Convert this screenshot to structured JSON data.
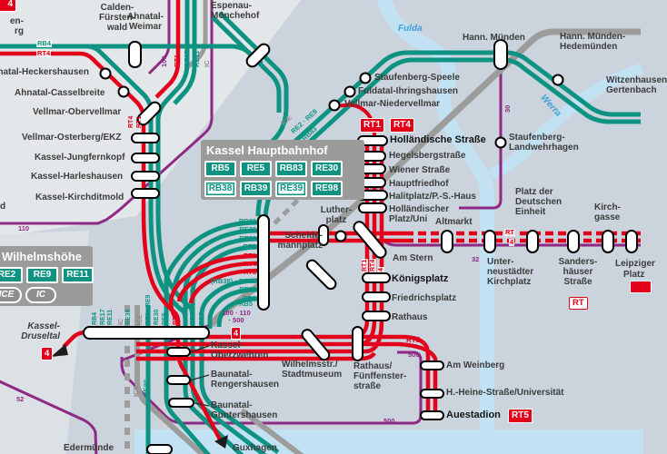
{
  "boxes": {
    "hauptbahnhof": {
      "title": "Kassel Hauptbahnhof",
      "badges_row1": [
        "RB5",
        "RE5",
        "RB83",
        "RE30"
      ],
      "badges_row2": [
        "RB38",
        "RB39",
        "RE39",
        "RE98"
      ]
    },
    "wilhelmshoehe": {
      "title": "Wilhelmshöhe",
      "badges": [
        "RE2",
        "RE9",
        "RE11"
      ],
      "operator_badges": [
        "ICE",
        "IC"
      ]
    }
  },
  "stations": [
    "Calden-\nFürsten-\nwald",
    "Ahnatal-\nWeimar",
    "en-\nrg",
    "Ahnatal-Heckershausen",
    "Ahnatal-Casselbreite",
    "Vellmar-Obervellmar",
    "Vellmar-Osterberg/EKZ",
    "Kassel-Jungfernkopf",
    "Kassel-Harleshausen",
    "Kassel-Kirchditmold",
    "Espenau-\nMönchehof",
    "Staufenberg-Speele",
    "Fuldatal-Ihringshausen",
    "Vellmar-Niedervellmar",
    "Hann. Münden",
    "Hann. Münden-\nHedemünden",
    "Witzenhausen\nGertenbach",
    "Holländische Straße",
    "Hegelsbergstraße",
    "Wiener Straße",
    "Hauptfriedhof",
    "Halitplatz/P.-S.-Haus",
    "Holländischer\nPlatz/Uni",
    "Staufenberg-\nLandwehrhagen",
    "Luther-\nplatz",
    "Scheide-\nmannplatz",
    "Altmarkt",
    "Platz der\nDeutschen\nEinheit",
    "Kirch-\ngasse",
    "Am Stern",
    "Königsplatz",
    "Friedrichsplatz",
    "Rathaus",
    "Unter-\nneustädter\nKirchplatz",
    "Sanders-\nhäuser\nStraße",
    "Leipziger",
    "Platz",
    "Am Weinberg",
    "H.-Heine-Straße/Universität",
    "Auestadion",
    "Wilhelmsstr./\nStadtmuseum",
    "Rathaus/\nFünffenster-\nstraße",
    "Kassel-\nOberzwehren",
    "Baunatal-\nRengershausen",
    "Baunatal-\nGuntershausen",
    "Edermünde",
    "Guxhagen",
    "Kassel-\nDruseltal",
    "d"
  ],
  "rivers": {
    "fulda": "Fulda",
    "werra": "Werra"
  },
  "line_badges": {
    "rt1": "RT1",
    "rt4": "RT4",
    "rt5": "RT5",
    "rt": "RT",
    "n4": "4"
  },
  "line_labels": {
    "rb4": "RB4",
    "rt4": "RT4",
    "rt1": "RT1",
    "rt5": "RT5",
    "rt": "RT",
    "re17": "RE17",
    "re11": "RE11",
    "re30": "RE30",
    "re2_re9": "RE2 · RE9",
    "rb83": "RB83",
    "rb5": "RB5",
    "ic": "IC",
    "ice": "ICE",
    "n100": "100",
    "n110": "110",
    "n30": "30",
    "n32": "32",
    "n52": "52",
    "n500": "500",
    "n4": "4",
    "cluster": "100 · 110\n· 500"
  },
  "hbf_stack": [
    "RB83",
    "RE39",
    "RE30",
    "RE5",
    "RT1",
    "RT4",
    "RT5",
    "(RB38) · RB39",
    "RE98",
    "RB5"
  ],
  "wil_stack": [
    "RB4",
    "RE17",
    "RE11",
    "IC",
    "RE39",
    "ICE",
    "RE2 · RE9",
    "RE30",
    "RE5",
    "RT5",
    "RE98",
    "RB5"
  ],
  "colors": {
    "teal": "#0e9383",
    "red": "#e2001a",
    "purple": "#8e2a84",
    "gray": "#9c9c9b",
    "river": "#c2e2f4",
    "label": "#3c3c3b"
  }
}
